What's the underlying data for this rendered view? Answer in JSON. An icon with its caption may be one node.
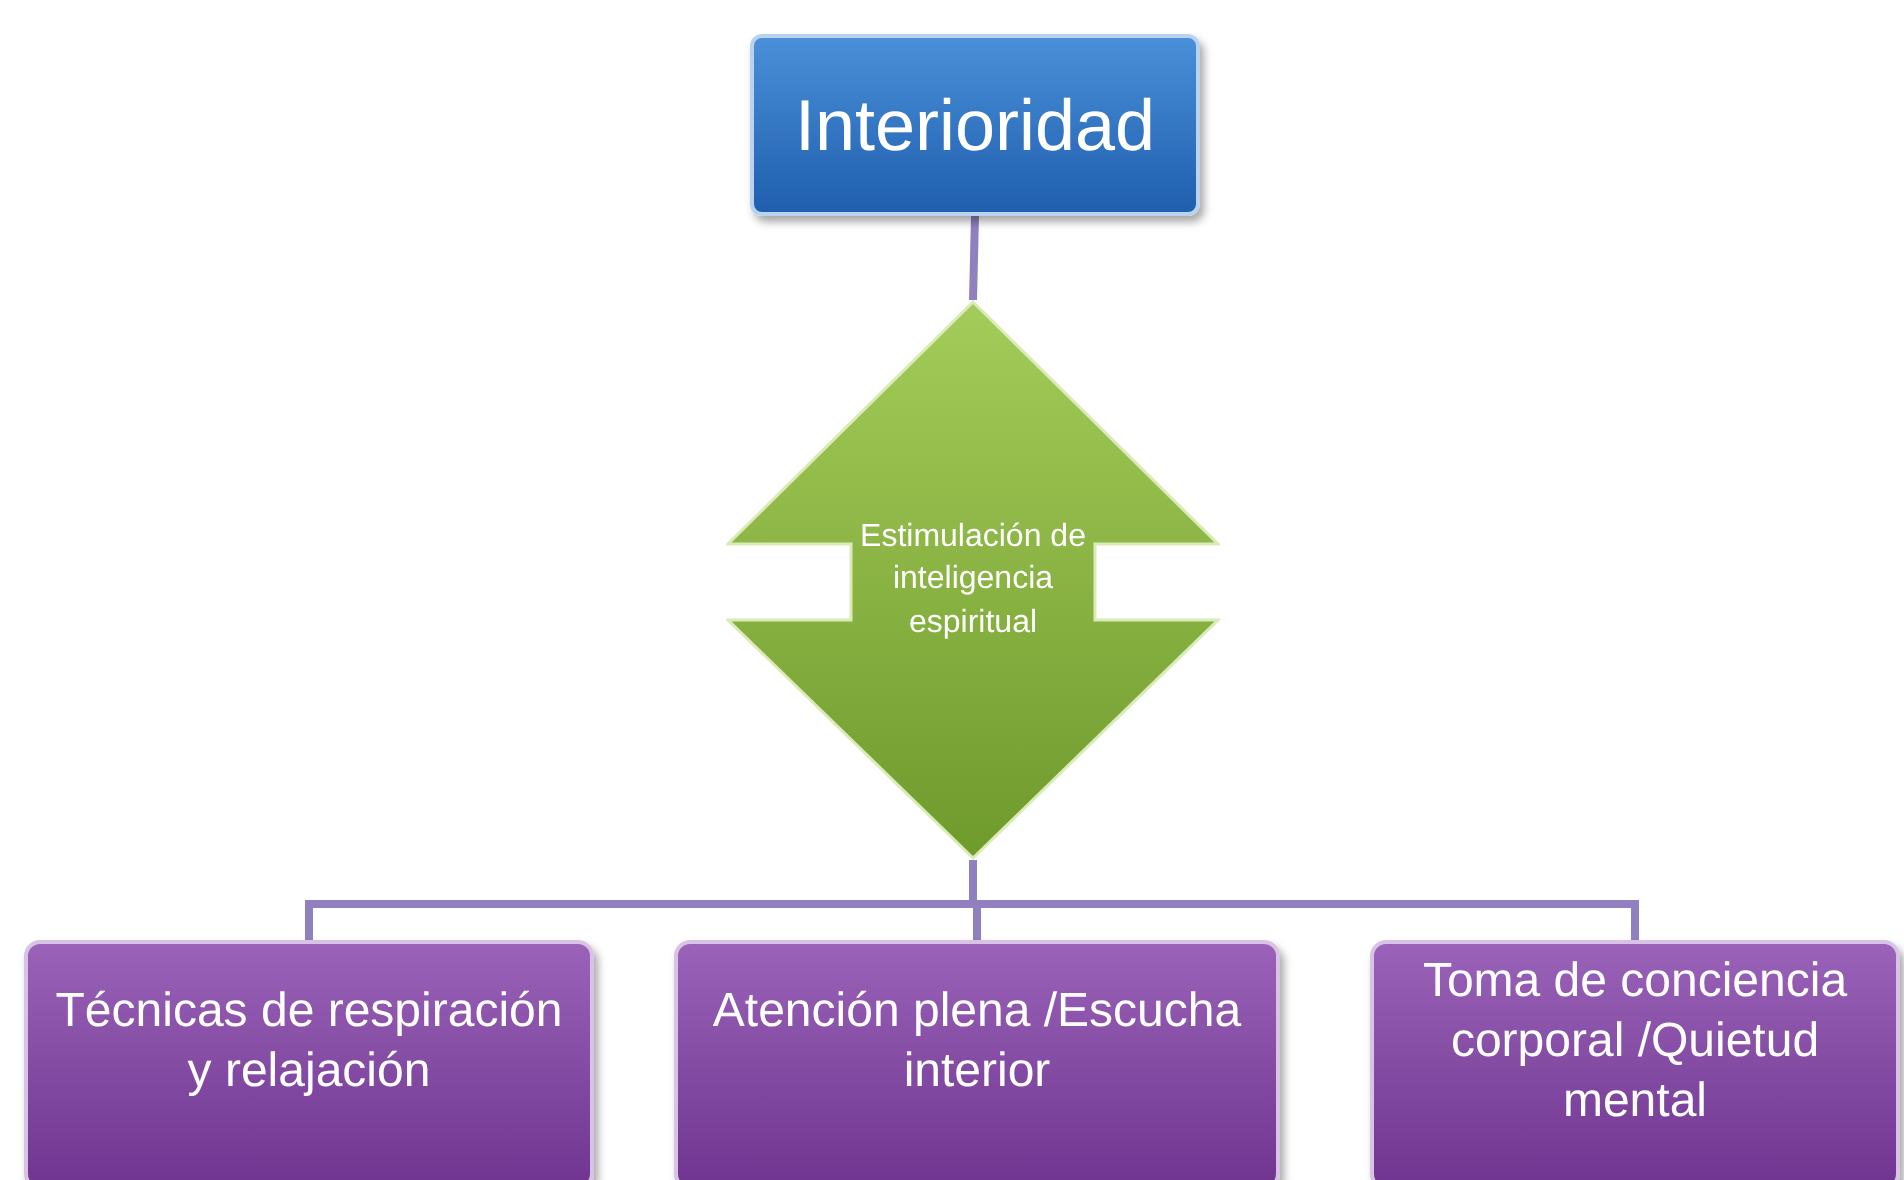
{
  "diagram": {
    "nodes": [
      {
        "text": [
          "Interioridad"
        ]
      },
      {
        "text": [
          "Estimulación de inteligencia espiritual"
        ]
      },
      {
        "text": [
          "Técnicas de respiración y relajación"
        ]
      },
      {
        "text": [
          "Atención plena /Escucha interior"
        ]
      },
      {
        "text": [
          "Toma de conciencia corporal /Quietud mental"
        ]
      }
    ],
    "edges": [
      {
        "from": 0,
        "to": 1,
        "arrow": "none"
      },
      {
        "from": 1,
        "to": 2,
        "arrow": "none"
      },
      {
        "from": 1,
        "to": 3,
        "arrow": "none"
      },
      {
        "from": 1,
        "to": 4,
        "arrow": "none"
      }
    ]
  }
}
